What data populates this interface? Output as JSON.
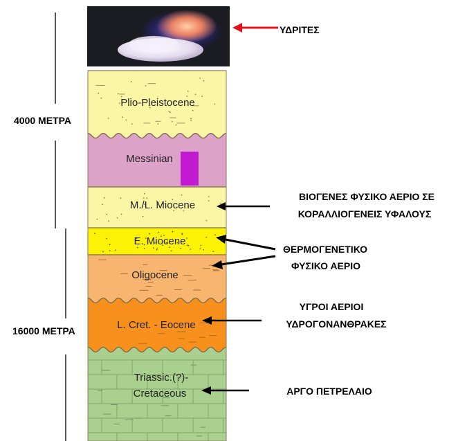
{
  "diagram": {
    "depth_labels": {
      "shallow": "4000 ΜΕΤΡΑ",
      "deep": "16000 ΜΕΤΡΑ"
    },
    "layers": [
      {
        "id": "plio",
        "label": "Plio-Pleistocene",
        "color": "#fbf6a6"
      },
      {
        "id": "messinian",
        "label": "Messinian",
        "color": "#dda2c8"
      },
      {
        "id": "mlmiocene",
        "label": "M./L. Miocene",
        "color": "#fbf6a6"
      },
      {
        "id": "emiocene",
        "label": "E. Miocene",
        "color": "#fcf205"
      },
      {
        "id": "oligocene",
        "label": "Oligocene",
        "color": "#f7b56f"
      },
      {
        "id": "lcret",
        "label": "L. Cret. - Eocene",
        "color": "#f7901d"
      },
      {
        "id": "triassic",
        "label_line1": "Triassic.(?)-",
        "label_line2": "Cretaceous",
        "color": "#a9d08e"
      }
    ],
    "salt_marker_color": "#c21ad0",
    "hydrate_photo": {
      "bg": "#1b1b22",
      "ice": "#ece6f4",
      "flame_blue": "#4a42ff",
      "flame_orange": "#ff8a5c"
    },
    "annotations": {
      "hydrates": "ΥΔΡΙΤΕΣ",
      "biogenic_line1": "ΒΙΟΓΕΝΕΣ ΦΥΣΙΚΟ ΑΕΡΙΟ ΣΕ",
      "biogenic_line2": "ΚΟΡΑΛΛΙΟΓΕΝΕΙΣ ΥΦΑΛΟΥΣ",
      "thermo_line1": "ΘΕΡΜΟΓΕΝΕΤΙΚΟ",
      "thermo_line2": "ΦΥΣΙΚΟ ΑΕΡΙΟ",
      "wet_line1": "ΥΓΡΟΙ ΑΕΡΙΟΙ",
      "wet_line2": "ΥΔΡΟΓΟΝΑΝΘΡΑΚΕΣ",
      "oil": "ΑΡΓΟ ΠΕΤΡΕΛΑΙΟ"
    },
    "arrow_colors": {
      "hydrates": "#e0141a",
      "default": "#000000"
    }
  }
}
